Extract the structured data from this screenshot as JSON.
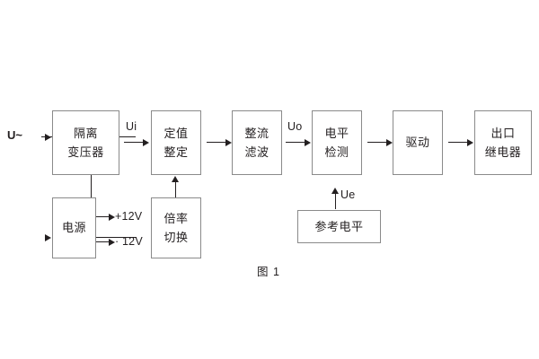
{
  "figure": {
    "caption": "图 1",
    "colors": {
      "box_border": "#8a8a8a",
      "line": "#231f20",
      "text": "#231f20",
      "background": "#ffffff"
    }
  },
  "blocks": {
    "isolation_transformer": {
      "line1": "隔离",
      "line2": "变压器"
    },
    "setting_adjust": {
      "line1": "定值",
      "line2": "整定"
    },
    "rectify_filter": {
      "line1": "整流",
      "line2": "滤波"
    },
    "level_detect": {
      "line1": "电平",
      "line2": "检测"
    },
    "drive": {
      "line1": "驱动",
      "line2": ""
    },
    "output_relay": {
      "line1": "出口",
      "line2": "继电器"
    },
    "power_supply": {
      "line1": "电源",
      "line2": ""
    },
    "multiplier_switch": {
      "line1": "倍率",
      "line2": "切换"
    },
    "reference_level": {
      "line1": "参考电平",
      "line2": ""
    }
  },
  "signals": {
    "input_source": "U~",
    "ui": "Ui",
    "uo": "Uo",
    "ue": "Ue",
    "rail_positive": "+12V",
    "rail_negative": "· 12V"
  }
}
